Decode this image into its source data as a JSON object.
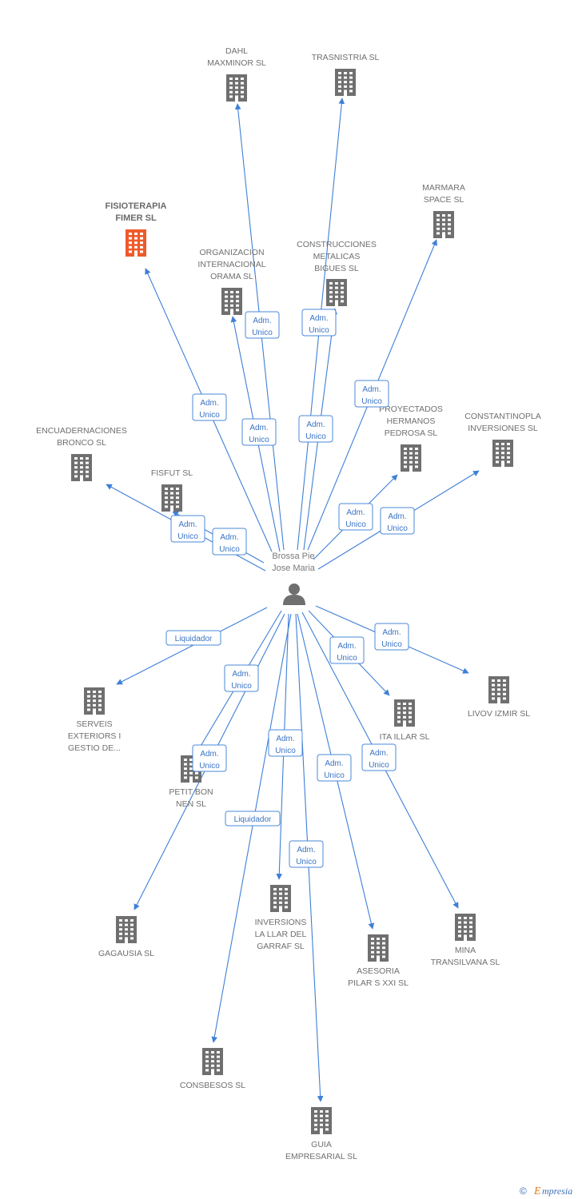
{
  "center": {
    "name_lines": [
      "Brossa Pie",
      "Jose Maria"
    ],
    "icon": "person-icon"
  },
  "colors": {
    "edge": "#3f7fd6",
    "building": "#6f6f6f",
    "highlight_building": "#ee5a2b",
    "role_border": "#4a88d9",
    "role_text": "#3a73c4"
  },
  "companies": [
    {
      "id": "dahl",
      "lines": [
        "DAHL",
        "MAXMINOR SL"
      ],
      "role": [
        "Adm.",
        "Unico"
      ],
      "icon": "building-icon"
    },
    {
      "id": "trasnistria",
      "lines": [
        "TRASNISTRIA SL"
      ],
      "role": [
        "Adm.",
        "Unico"
      ],
      "icon": "building-icon"
    },
    {
      "id": "marmara",
      "lines": [
        "MARMARA",
        "SPACE SL"
      ],
      "role": [
        "Adm.",
        "Unico"
      ],
      "icon": "building-icon"
    },
    {
      "id": "fisioterapia",
      "lines": [
        "FISIOTERAPIA",
        "FIMER SL"
      ],
      "role": [
        "Adm.",
        "Unico"
      ],
      "icon": "building-icon",
      "highlight": true
    },
    {
      "id": "organizacion",
      "lines": [
        "ORGANIZACION",
        "INTERNACIONAL",
        "ORAMA SL"
      ],
      "role": [
        "Adm.",
        "Unico"
      ],
      "icon": "building-icon"
    },
    {
      "id": "construcciones",
      "lines": [
        "CONSTRUCCIONES",
        "METALICAS",
        "BIGUES SL"
      ],
      "role": [
        "Adm.",
        "Unico"
      ],
      "icon": "building-icon"
    },
    {
      "id": "proyectados",
      "lines": [
        "PROYECTADOS",
        "HERMANOS",
        "PEDROSA SL"
      ],
      "role": [
        "Adm.",
        "Unico"
      ],
      "icon": "building-icon"
    },
    {
      "id": "constantinopla",
      "lines": [
        "CONSTANTINOPLA",
        "INVERSIONES SL"
      ],
      "role": [
        "Adm.",
        "Unico"
      ],
      "icon": "building-icon"
    },
    {
      "id": "encuadernaciones",
      "lines": [
        "ENCUADERNACIONES",
        "BRONCO SL"
      ],
      "role": [
        "Adm.",
        "Unico"
      ],
      "icon": "building-icon"
    },
    {
      "id": "fisfut",
      "lines": [
        "FISFUT SL"
      ],
      "role": [
        "Adm.",
        "Unico"
      ],
      "icon": "building-icon"
    },
    {
      "id": "serveis",
      "lines": [
        "SERVEIS",
        "EXTERIORS I",
        "GESTIO DE..."
      ],
      "role": [
        "Liquidador"
      ],
      "icon": "building-icon"
    },
    {
      "id": "petit",
      "lines": [
        "PETIT BON",
        "NEN SL"
      ],
      "role": [
        "Adm.",
        "Unico"
      ],
      "icon": "building-icon"
    },
    {
      "id": "ita",
      "lines": [
        "ITA ILLAR SL"
      ],
      "role": [
        "Adm.",
        "Unico"
      ],
      "icon": "building-icon"
    },
    {
      "id": "livov",
      "lines": [
        "LIVOV IZMIR SL"
      ],
      "role": [
        "Adm.",
        "Unico"
      ],
      "icon": "building-icon"
    },
    {
      "id": "gagausia",
      "lines": [
        "GAGAUSIA SL"
      ],
      "role": [
        "Adm.",
        "Unico"
      ],
      "icon": "building-icon"
    },
    {
      "id": "inversions",
      "lines": [
        "INVERSIONS",
        "LA LLAR DEL",
        "GARRAF SL"
      ],
      "role": [
        "Adm.",
        "Unico"
      ],
      "icon": "building-icon"
    },
    {
      "id": "asesoria",
      "lines": [
        "ASESORIA",
        "PILAR S XXI SL"
      ],
      "role": [
        "Adm.",
        "Unico"
      ],
      "icon": "building-icon"
    },
    {
      "id": "mina",
      "lines": [
        "MINA",
        "TRANSILVANA SL"
      ],
      "role": [
        "Adm.",
        "Unico"
      ],
      "icon": "building-icon"
    },
    {
      "id": "consbesos",
      "lines": [
        "CONSBESOS SL"
      ],
      "role": [
        "Liquidador"
      ],
      "icon": "building-icon"
    },
    {
      "id": "guia",
      "lines": [
        "GUIA",
        "EMPRESARIAL SL"
      ],
      "role": [
        "Adm.",
        "Unico"
      ],
      "icon": "building-icon"
    }
  ],
  "footer": {
    "copyright": "©",
    "brand_initial": "E",
    "brand_rest": "mpresia"
  }
}
